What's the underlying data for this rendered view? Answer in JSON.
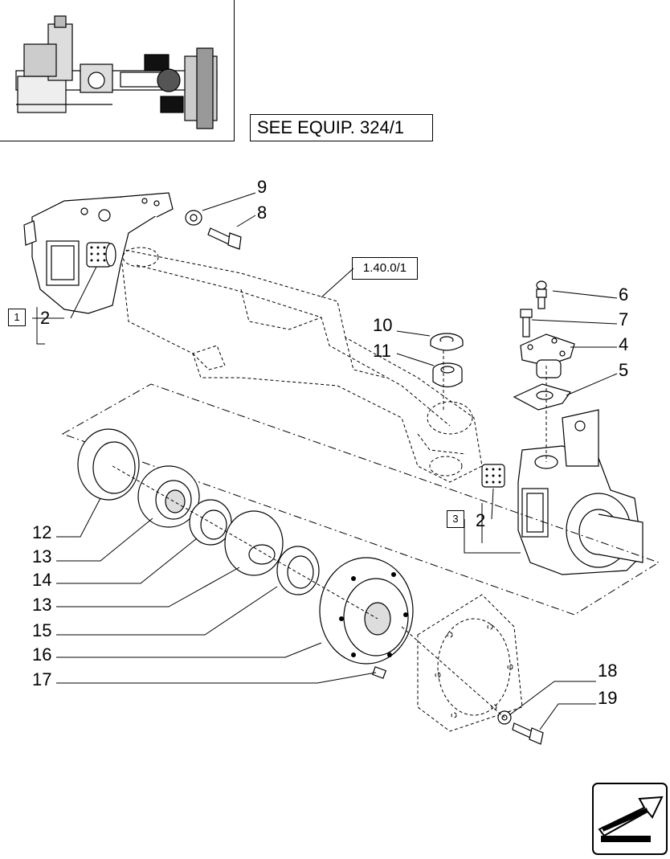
{
  "header": {
    "equip_ref": "SEE EQUIP. 324/1",
    "assembly_ref": "1.40.0/1"
  },
  "kit_boxes": [
    "1",
    "3"
  ],
  "callouts": {
    "c2a": "2",
    "c2b": "2",
    "c4": "4",
    "c5": "5",
    "c6": "6",
    "c7": "7",
    "c8": "8",
    "c9": "9",
    "c10": "10",
    "c11": "11",
    "c12": "12",
    "c13a": "13",
    "c14": "14",
    "c13b": "13",
    "c15": "15",
    "c16": "16",
    "c17": "17",
    "c18": "18",
    "c19": "19"
  },
  "icons": {
    "thumbnail": "axle-thumbnail-icon",
    "nav": "next-page-arrow-icon"
  }
}
